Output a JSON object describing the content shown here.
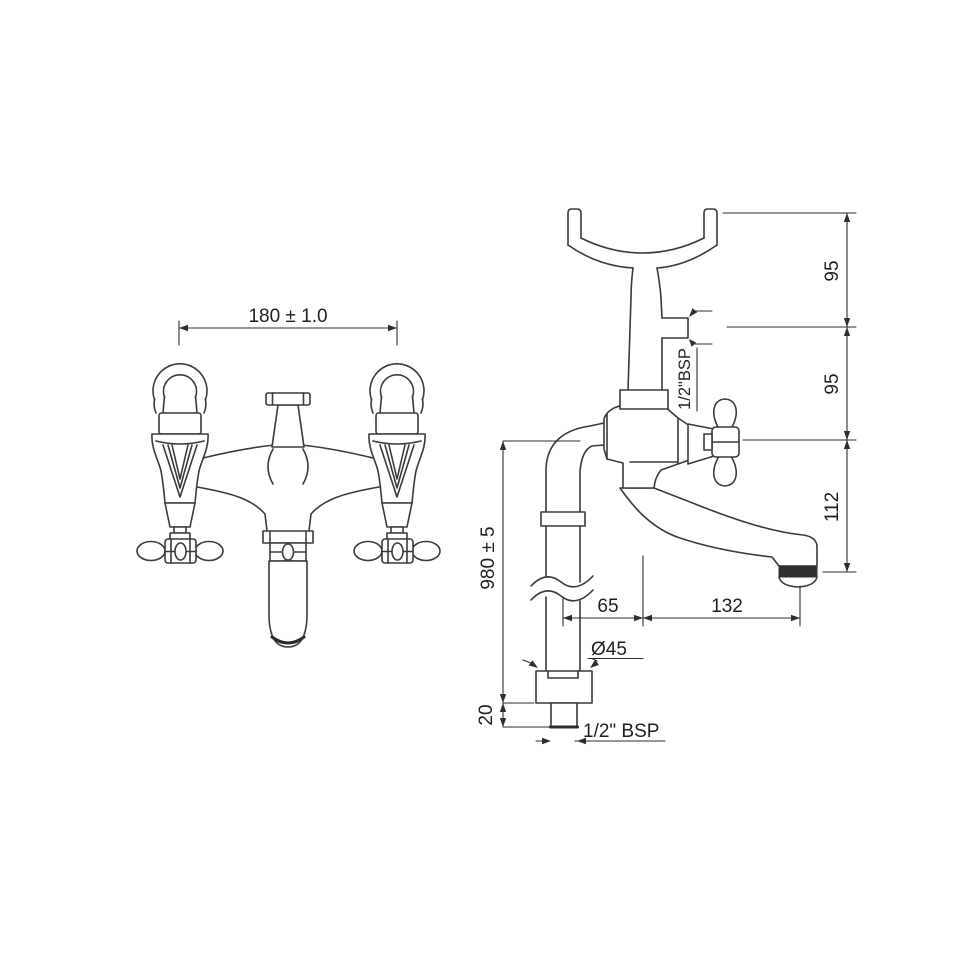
{
  "palette": {
    "background": "#ffffff",
    "line_color": "#3a3a3a",
    "dimension_color": "#2e2e2e",
    "aerator_fill": "#2f2f2f"
  },
  "dims": {
    "front_width": "180 ± 1.0",
    "seg_95_top": "95",
    "seg_95_mid": "95",
    "seg_112": "112",
    "overall_height": "980 ± 5",
    "tail_length": "20",
    "offset_65": "65",
    "reach_132": "132",
    "flange_diameter": "Ø45",
    "side_port_thread": "1/2\"BSP",
    "bottom_inlet_thread": "1/2\" BSP"
  }
}
